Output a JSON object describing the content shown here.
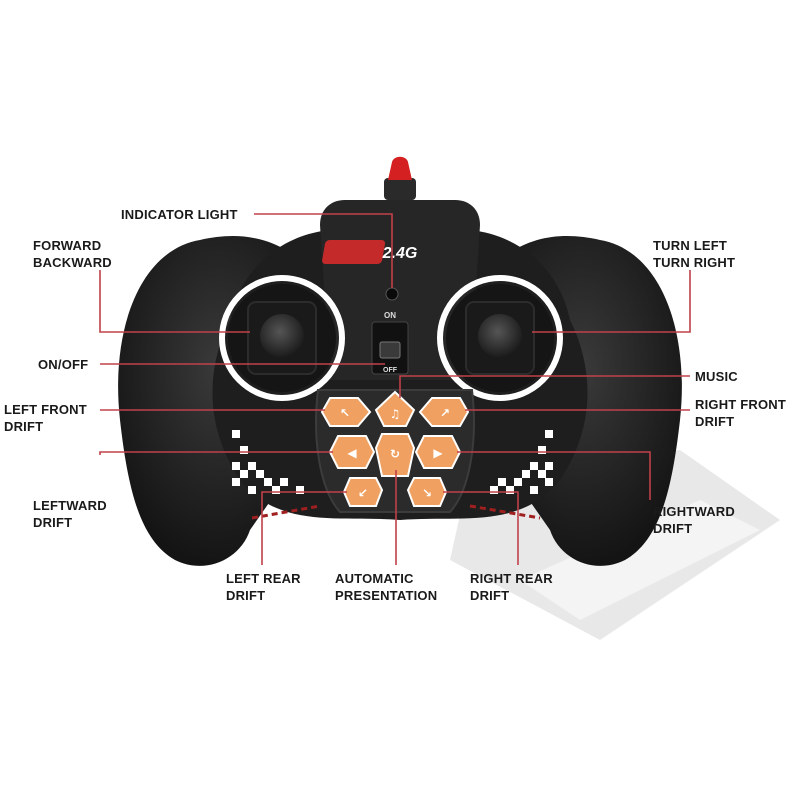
{
  "brand_badge": "2.4G",
  "switch": {
    "on_label": "ON",
    "off_label": "OFF"
  },
  "callouts": {
    "indicator_light": "INDICATOR LIGHT",
    "forward_backward": "FORWARD\nBACKWARD",
    "turn_left_right": "TURN LEFT\nTURN RIGHT",
    "on_off": "ON/OFF",
    "music": "MUSIC",
    "left_front_drift": "LEFT FRONT\nDRIFT",
    "right_front_drift": "RIGHT FRONT\nDRIFT",
    "leftward_drift": "LEFTWARD\nDRIFT",
    "rightward_drift": "RIGHTWARD\nDRIFT",
    "left_rear_drift": "LEFT REAR\nDRIFT",
    "automatic_presentation": "AUTOMATIC\nPRESENTATION",
    "right_rear_drift": "RIGHT REAR\nDRIFT"
  },
  "colors": {
    "body": "#1c1c1c",
    "button_orange": "#f0a060",
    "callout_line": "#c0404a",
    "antenna": "#d42020"
  }
}
